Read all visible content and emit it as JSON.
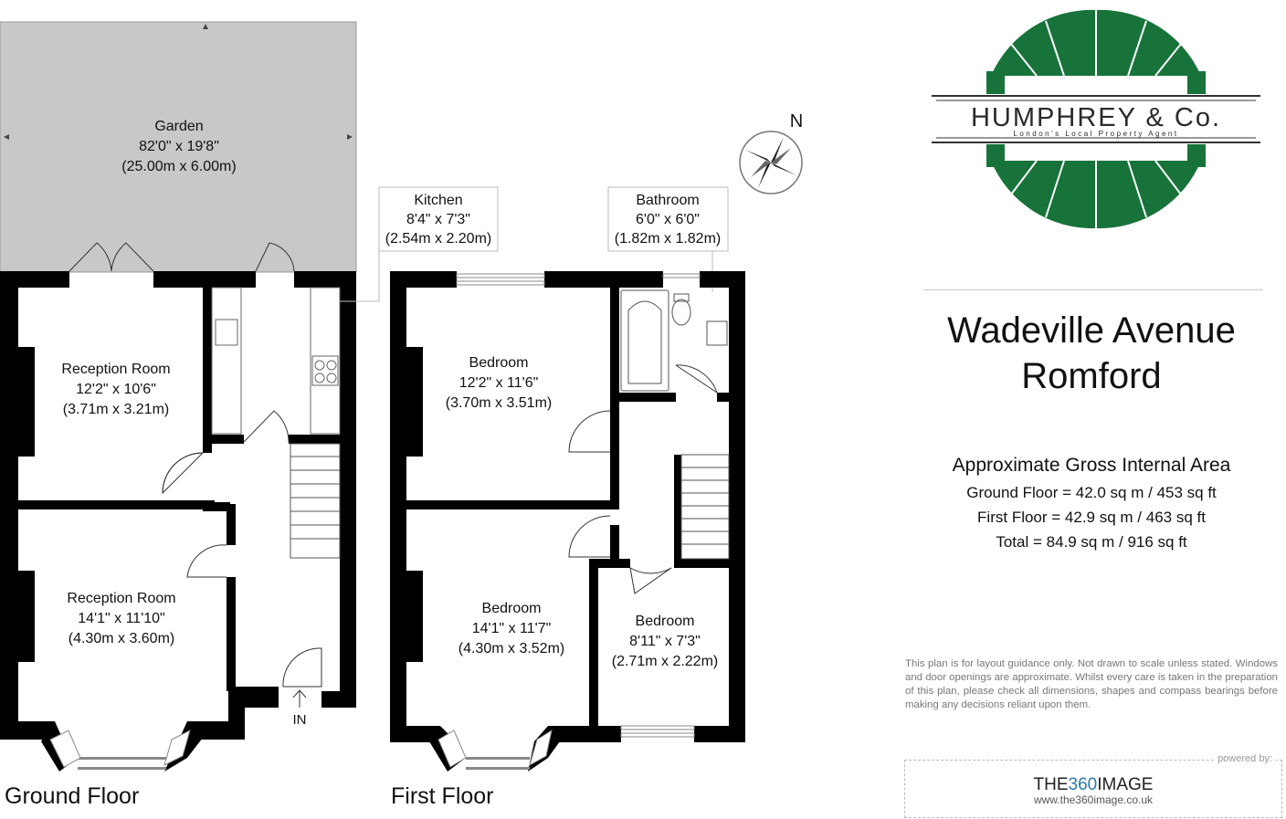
{
  "plan": {
    "ground_floor_label": "Ground Floor",
    "first_floor_label": "First Floor",
    "entrance_label": "IN",
    "north_label": "N",
    "rooms": {
      "garden": {
        "name": "Garden",
        "imperial": "82'0\" x 19'8\"",
        "metric": "(25.00m x 6.00m)"
      },
      "kitchen": {
        "name": "Kitchen",
        "imperial": "8'4\" x 7'3\"",
        "metric": "(2.54m x 2.20m)"
      },
      "reception1": {
        "name": "Reception Room",
        "imperial": "12'2\" x 10'6\"",
        "metric": "(3.71m x 3.21m)"
      },
      "reception2": {
        "name": "Reception Room",
        "imperial": "14'1\" x 11'10\"",
        "metric": "(4.30m x 3.60m)"
      },
      "bathroom": {
        "name": "Bathroom",
        "imperial": "6'0\" x 6'0\"",
        "metric": "(1.82m x 1.82m)"
      },
      "bedroom1": {
        "name": "Bedroom",
        "imperial": "12'2\" x 11'6\"",
        "metric": "(3.70m x 3.51m)"
      },
      "bedroom2": {
        "name": "Bedroom",
        "imperial": "14'1\" x 11'7\"",
        "metric": "(4.30m x 3.52m)"
      },
      "bedroom3": {
        "name": "Bedroom",
        "imperial": "8'11\" x 7'3\"",
        "metric": "(2.71m x 2.22m)"
      }
    }
  },
  "agent": {
    "name": "HUMPHREY & Co.",
    "tagline": "London's Local Property Agent",
    "colors": {
      "green": "#17733a",
      "dark": "#2b2b2b"
    }
  },
  "address": {
    "line1": "Wadeville Avenue",
    "line2": "Romford"
  },
  "area": {
    "title": "Approximate Gross Internal Area",
    "ground": "Ground Floor = 42.0 sq m / 453 sq ft",
    "first": "First Floor = 42.9 sq m / 463 sq ft",
    "total": "Total = 84.9 sq m / 916 sq ft"
  },
  "disclaimer": "This plan is for layout guidance only. Not drawn to scale unless stated. Windows and door openings are approximate. Whilst every care is taken in the preparation of this plan, please check all dimensions, shapes and compass bearings before making any decisions reliant upon them.",
  "powered": {
    "label": "powered by:",
    "brand_prefix": "THE",
    "brand_number": "360",
    "brand_suffix": "IMAGE",
    "url": "www.the360image.co.uk"
  }
}
